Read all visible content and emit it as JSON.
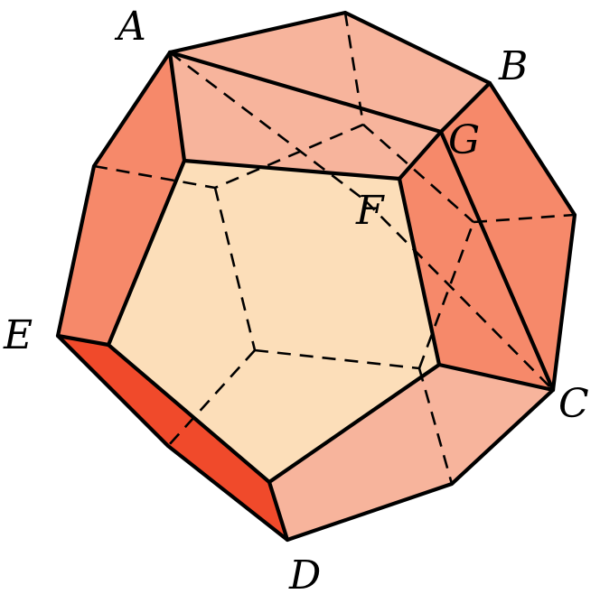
{
  "diagram": {
    "vertex_labels": {
      "A": "A",
      "B": "B",
      "C": "C",
      "D": "D",
      "E": "E",
      "F": "F",
      "G": "G"
    },
    "colors": {
      "front_face": "#FCDEB9",
      "light_faces": "#F7B49C",
      "medium_faces": "#F6896A",
      "dark_face": "#F04A2B",
      "edges": "#000000"
    }
  }
}
